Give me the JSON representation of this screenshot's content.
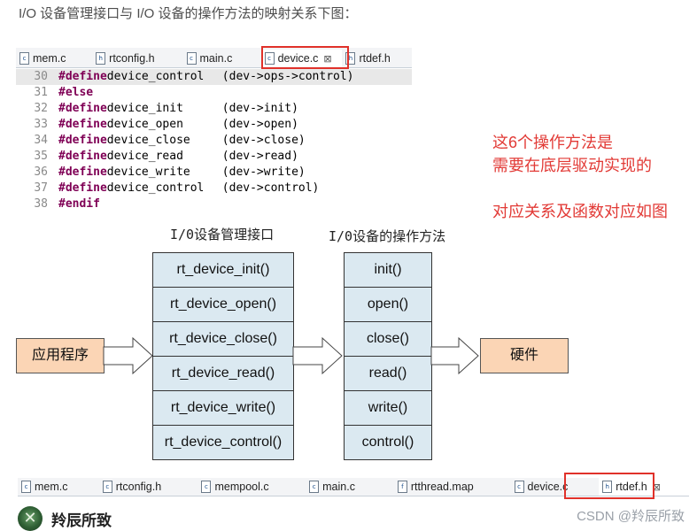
{
  "intro_text": "I/O 设备管理接口与 I/O 设备的操作方法的映射关系下图：",
  "top_tabs": [
    {
      "label": "mem.c",
      "icon": "c"
    },
    {
      "label": "rtconfig.h",
      "icon": "h"
    },
    {
      "label": "main.c",
      "icon": "c"
    },
    {
      "label": "device.c",
      "icon": "c",
      "active": true,
      "close": "⊠"
    },
    {
      "label": "rtdef.h",
      "icon": "h"
    }
  ],
  "code_lines": [
    {
      "num": "30",
      "kw": "#define",
      "name": "device_control",
      "expr": "(dev->ops->control)",
      "current": true
    },
    {
      "num": "31",
      "kw": "#else",
      "name": "",
      "expr": ""
    },
    {
      "num": "32",
      "kw": "#define",
      "name": "device_init",
      "expr": "(dev->init)"
    },
    {
      "num": "33",
      "kw": "#define",
      "name": "device_open",
      "expr": "(dev->open)"
    },
    {
      "num": "34",
      "kw": "#define",
      "name": "device_close",
      "expr": "(dev->close)"
    },
    {
      "num": "35",
      "kw": "#define",
      "name": "device_read",
      "expr": "(dev->read)"
    },
    {
      "num": "36",
      "kw": "#define",
      "name": "device_write",
      "expr": "(dev->write)"
    },
    {
      "num": "37",
      "kw": "#define",
      "name": "device_control",
      "expr": "(dev->control)"
    },
    {
      "num": "38",
      "kw": "#endif",
      "name": "",
      "expr": ""
    }
  ],
  "note": {
    "line1": "这6个操作方法是",
    "line2": "需要在底层驱动实现的",
    "line3": "对应关系及函数对应如图"
  },
  "diagram": {
    "left_title": "I/0设备管理接口",
    "right_title": "I/0设备的操作方法",
    "interface_funcs": [
      "rt_device_init()",
      "rt_device_open()",
      "rt_device_close()",
      "rt_device_read()",
      "rt_device_write()",
      "rt_device_control()"
    ],
    "op_funcs": [
      "init()",
      "open()",
      "close()",
      "read()",
      "write()",
      "control()"
    ],
    "app_label": "应用程序",
    "hw_label": "硬件"
  },
  "bottom_tabs": [
    {
      "label": "mem.c",
      "icon": "c"
    },
    {
      "label": "rtconfig.h",
      "icon": "c"
    },
    {
      "label": "mempool.c",
      "icon": "c"
    },
    {
      "label": "main.c",
      "icon": "c"
    },
    {
      "label": "rtthread.map",
      "icon": "f"
    },
    {
      "label": "device.c",
      "icon": "c"
    },
    {
      "label": "rtdef.h",
      "icon": "h",
      "close": "⊠"
    }
  ],
  "footer": {
    "author": "羚辰所致",
    "watermark": "CSDN @羚辰所致"
  },
  "colors": {
    "highlight": "#e0312a",
    "note": "#e23a36",
    "blue_box": "#dbe9f1",
    "orange_box": "#fbd5b5",
    "keyword": "#7f0055"
  }
}
